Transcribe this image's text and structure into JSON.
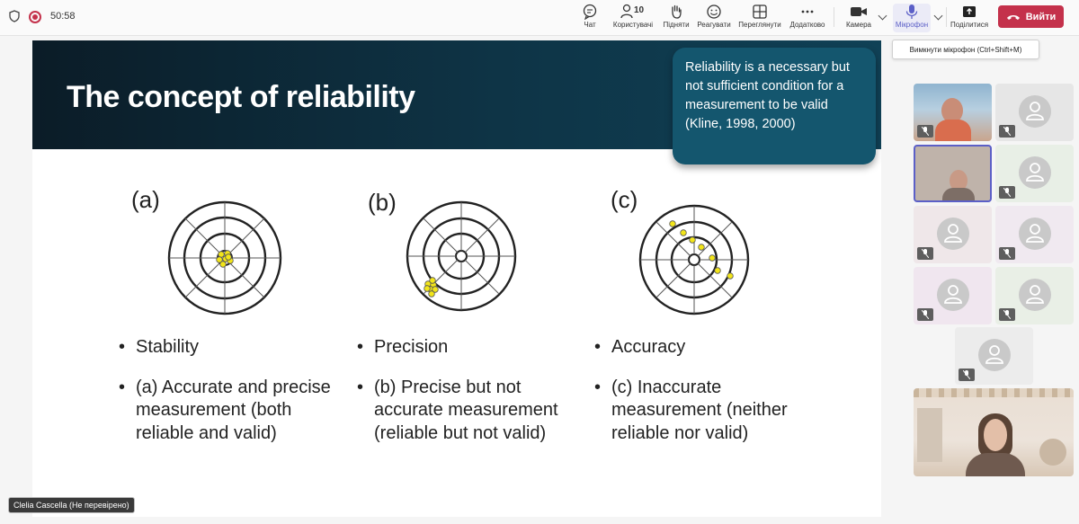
{
  "topbar": {
    "timer": "50:58",
    "chat_label": "Чат",
    "people_label": "Користувачі",
    "people_count": "10",
    "raise_label": "Підняти",
    "react_label": "Реагувати",
    "view_label": "Переглянути",
    "apps_label": "Додатково",
    "camera_label": "Камера",
    "mic_label": "Мікрофон",
    "share_label": "Поділитися",
    "leave_label": "Вийти",
    "mic_tooltip": "Вимкнути мікрофон (Ctrl+Shift+M)"
  },
  "slide": {
    "title": "The concept of reliability",
    "callout": "Reliability is a necessary but not sufficient condition for a measurement to be valid (Kline, 1998, 2000)",
    "panels": [
      {
        "label": "(a)",
        "bullets": [
          "Stability",
          "(a) Accurate and precise measurement (both reliable and valid)"
        ]
      },
      {
        "label": "(b)",
        "bullets": [
          "Precision",
          "(b) Precise but not accurate measurement (reliable but not valid)"
        ]
      },
      {
        "label": "(c)",
        "bullets": [
          "Accuracy",
          "(c) Inaccurate measurement (neither reliable nor valid)"
        ]
      }
    ]
  },
  "presenter_name": "Clelia Cascella (Не перевірено)",
  "colors": {
    "accent": "#5b5fc7",
    "leave": "#c4314b",
    "slide_header": "#0e3446",
    "callout": "#14566e",
    "dots": "#f2e51a"
  }
}
